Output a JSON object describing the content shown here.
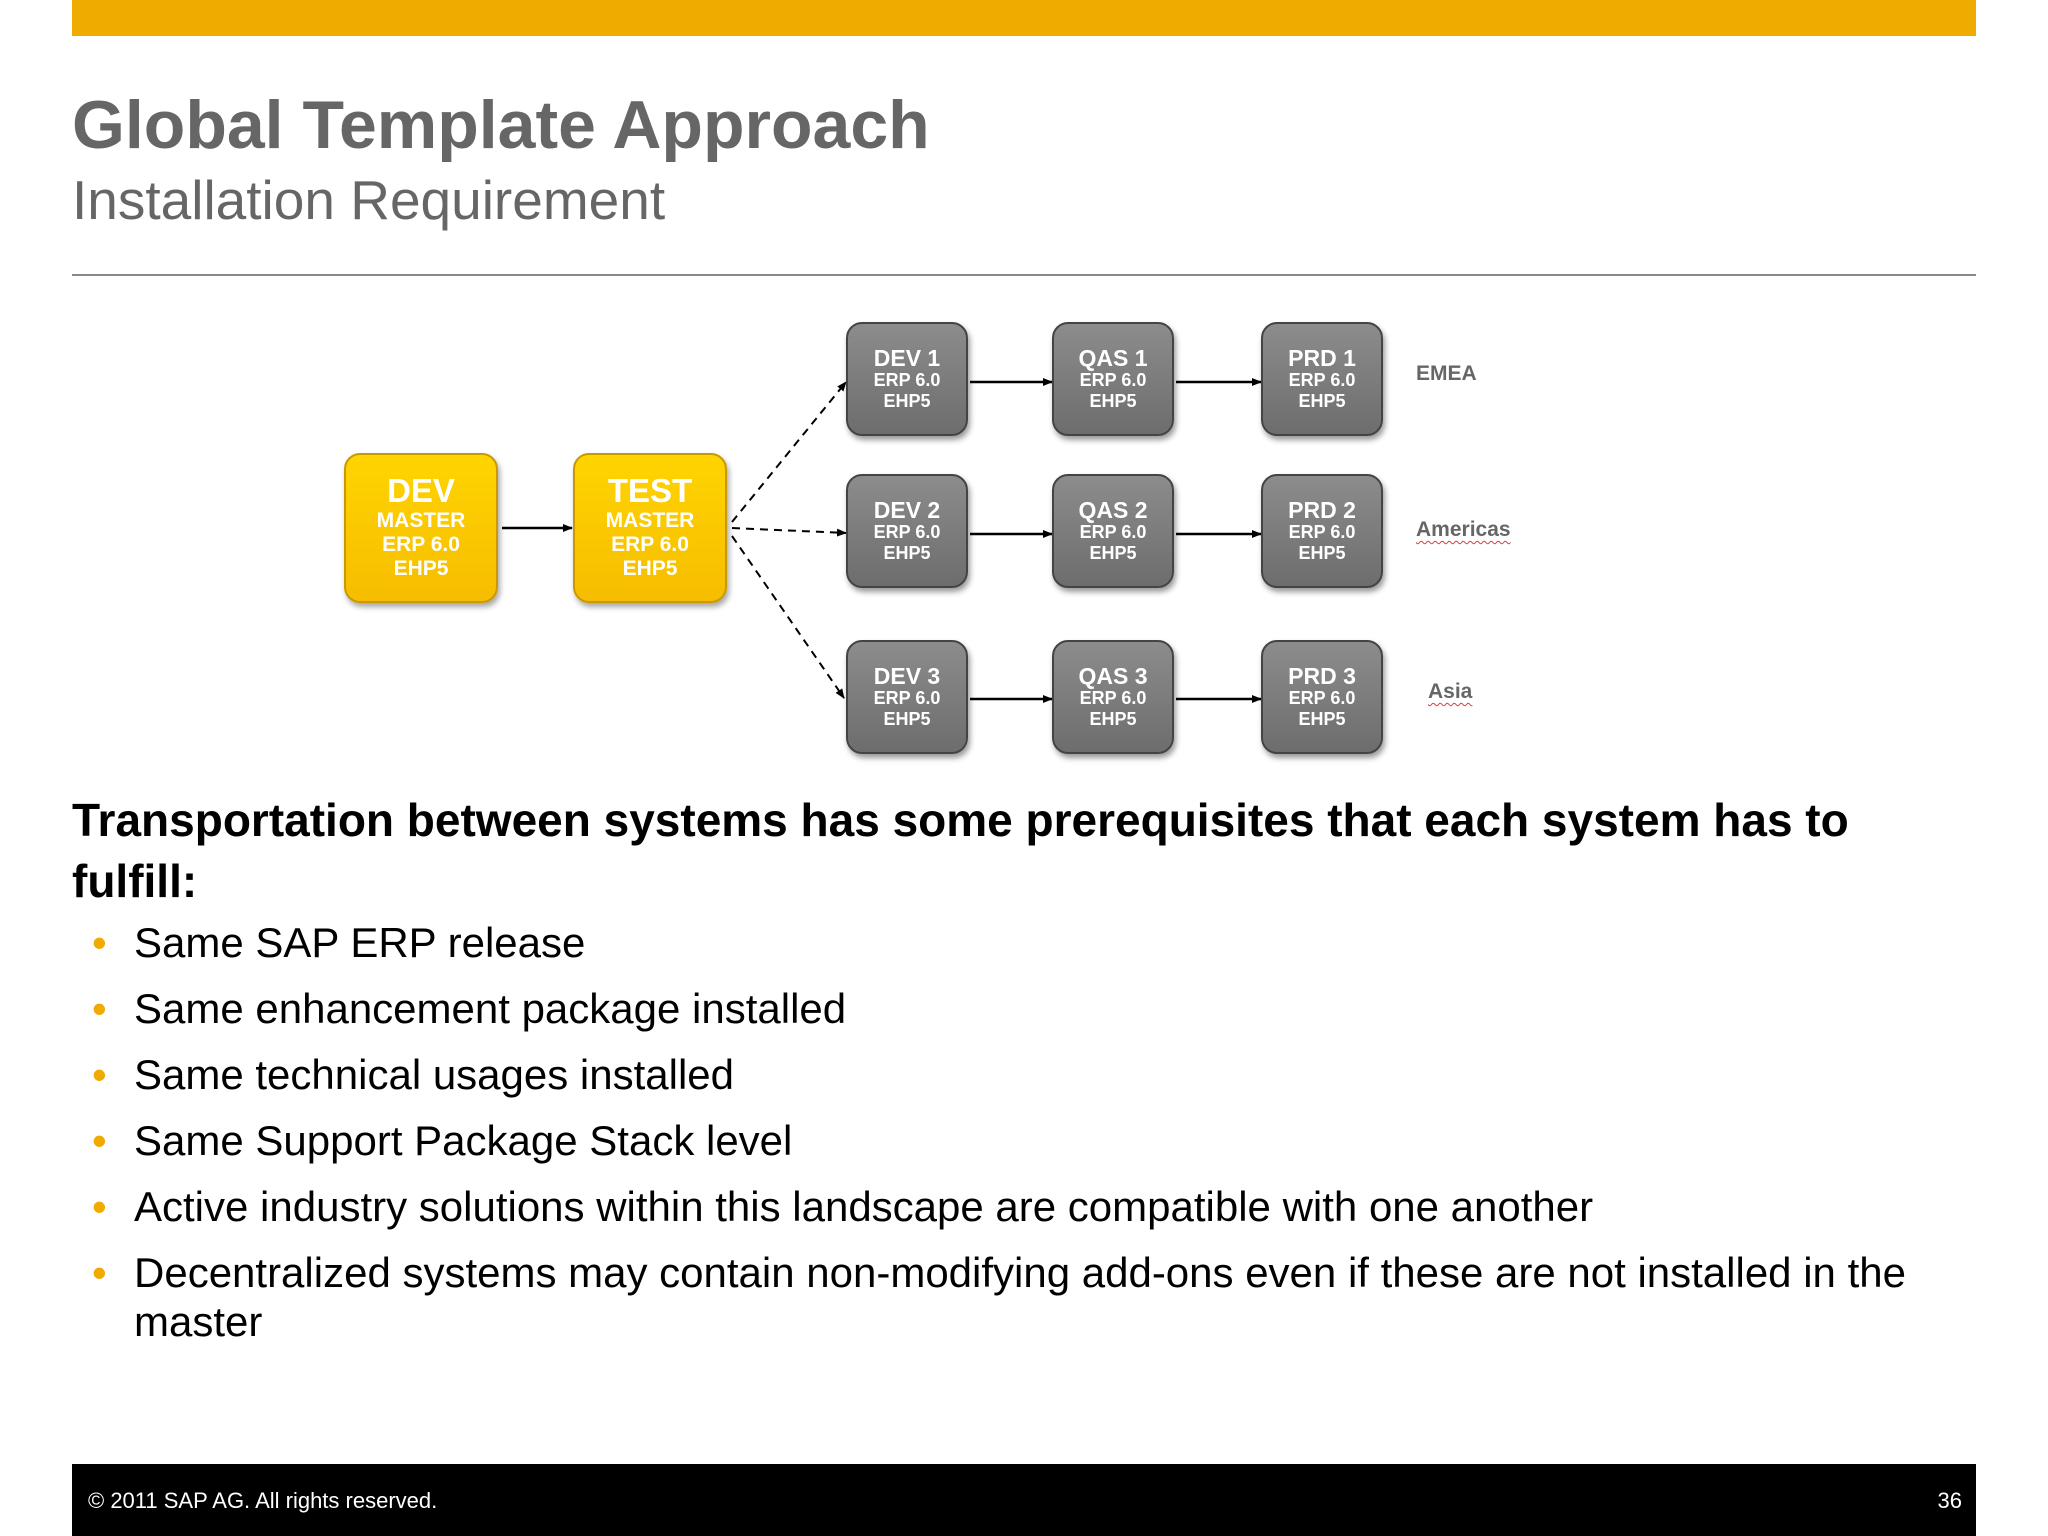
{
  "slide": {
    "title": "Global Template Approach",
    "subtitle": "Installation Requirement"
  },
  "diagram": {
    "master_nodes": [
      {
        "head": "DEV",
        "line1": "MASTER",
        "line2": "ERP 6.0",
        "line3": "EHP5"
      },
      {
        "head": "TEST",
        "line1": "MASTER",
        "line2": "ERP 6.0",
        "line3": "EHP5"
      }
    ],
    "rows": [
      {
        "region": "EMEA",
        "nodes": [
          {
            "head": "DEV 1",
            "line1": "ERP 6.0",
            "line2": "EHP5"
          },
          {
            "head": "QAS 1",
            "line1": "ERP 6.0",
            "line2": "EHP5"
          },
          {
            "head": "PRD 1",
            "line1": "ERP 6.0",
            "line2": "EHP5"
          }
        ]
      },
      {
        "region": "Americas",
        "nodes": [
          {
            "head": "DEV 2",
            "line1": "ERP 6.0",
            "line2": "EHP5"
          },
          {
            "head": "QAS 2",
            "line1": "ERP 6.0",
            "line2": "EHP5"
          },
          {
            "head": "PRD 2",
            "line1": "ERP 6.0",
            "line2": "EHP5"
          }
        ]
      },
      {
        "region": "Asia",
        "nodes": [
          {
            "head": "DEV 3",
            "line1": "ERP 6.0",
            "line2": "EHP5"
          },
          {
            "head": "QAS 3",
            "line1": "ERP 6.0",
            "line2": "EHP5"
          },
          {
            "head": "PRD 3",
            "line1": "ERP 6.0",
            "line2": "EHP5"
          }
        ]
      }
    ]
  },
  "body": {
    "intro": "Transportation between systems has some prerequisites that each system has to fulfill:",
    "bullet_glyph": "•",
    "bullets": [
      "Same SAP ERP release",
      "Same enhancement package installed",
      "Same technical usages installed",
      "Same Support Package Stack level",
      "Active industry solutions within this landscape are compatible with one another",
      "Decentralized systems may contain non-modifying add-ons even if these are not installed in the master"
    ]
  },
  "footer": {
    "copyright": "© 2011 SAP AG. All rights reserved.",
    "page_number": "36"
  },
  "colors": {
    "accent": "#f0ab00",
    "gold_box": "#f6bd00",
    "grey_box": "#7a7a7a",
    "title_grey": "#666666"
  }
}
